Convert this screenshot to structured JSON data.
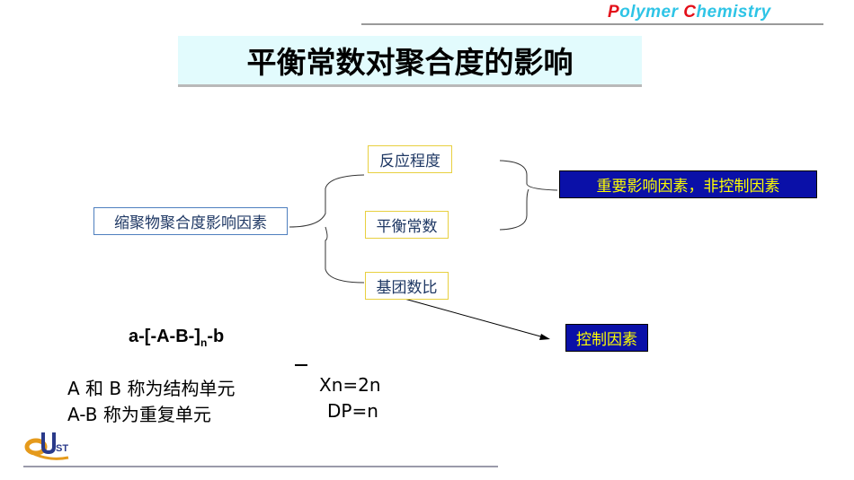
{
  "header": {
    "logo_part1": "P",
    "logo_part2": "olymer ",
    "logo_part3": "C",
    "logo_part4": "hemistry"
  },
  "title": "平衡常数对聚合度的影响",
  "diagram": {
    "root": "缩聚物聚合度影响因素",
    "factor1": "反应程度",
    "factor2": "平衡常数",
    "factor3": "基团数比",
    "result1": "重要影响因素，非控制因素",
    "result2": "控制因素"
  },
  "formula": {
    "main": "a-[-A-B-]",
    "sub": "n",
    "tail": "-b"
  },
  "notes": [
    {
      "left": "A 和 B 称为结构单元",
      "right": "Xn=2n"
    },
    {
      "left": "A-B 称为重复单元",
      "right": "DP=n"
    }
  ],
  "footer": {
    "logo": "QUST"
  }
}
